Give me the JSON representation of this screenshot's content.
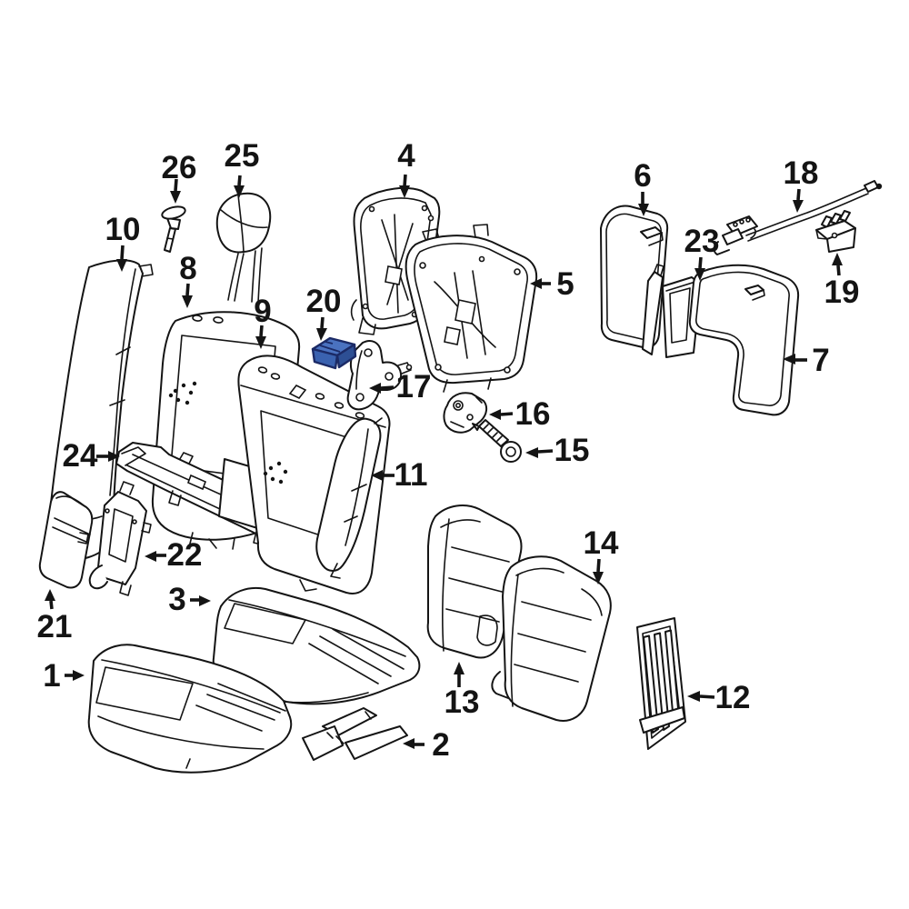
{
  "diagram": {
    "description": "Exploded rear seat assembly parts diagram",
    "background_color": "#ffffff",
    "line_color": "#141414",
    "highlight": {
      "selected_callout": "20",
      "fill": "#3a62b0",
      "fill_top": "#4a72c0",
      "fill_side": "#2d4f94",
      "stroke": "#1b2a66"
    },
    "callouts": [
      {
        "label": "1",
        "selected": false
      },
      {
        "label": "2",
        "selected": false
      },
      {
        "label": "3",
        "selected": false
      },
      {
        "label": "4",
        "selected": false
      },
      {
        "label": "5",
        "selected": false
      },
      {
        "label": "6",
        "selected": false
      },
      {
        "label": "7",
        "selected": false
      },
      {
        "label": "8",
        "selected": false
      },
      {
        "label": "9",
        "selected": false
      },
      {
        "label": "10",
        "selected": false
      },
      {
        "label": "11",
        "selected": false
      },
      {
        "label": "12",
        "selected": false
      },
      {
        "label": "13",
        "selected": false
      },
      {
        "label": "14",
        "selected": false
      },
      {
        "label": "15",
        "selected": false
      },
      {
        "label": "16",
        "selected": false
      },
      {
        "label": "17",
        "selected": false
      },
      {
        "label": "18",
        "selected": false
      },
      {
        "label": "19",
        "selected": false
      },
      {
        "label": "20",
        "selected": true
      },
      {
        "label": "21",
        "selected": false
      },
      {
        "label": "22",
        "selected": false
      },
      {
        "label": "23",
        "selected": false
      },
      {
        "label": "24",
        "selected": false
      },
      {
        "label": "25",
        "selected": false
      },
      {
        "label": "26",
        "selected": false
      }
    ]
  }
}
